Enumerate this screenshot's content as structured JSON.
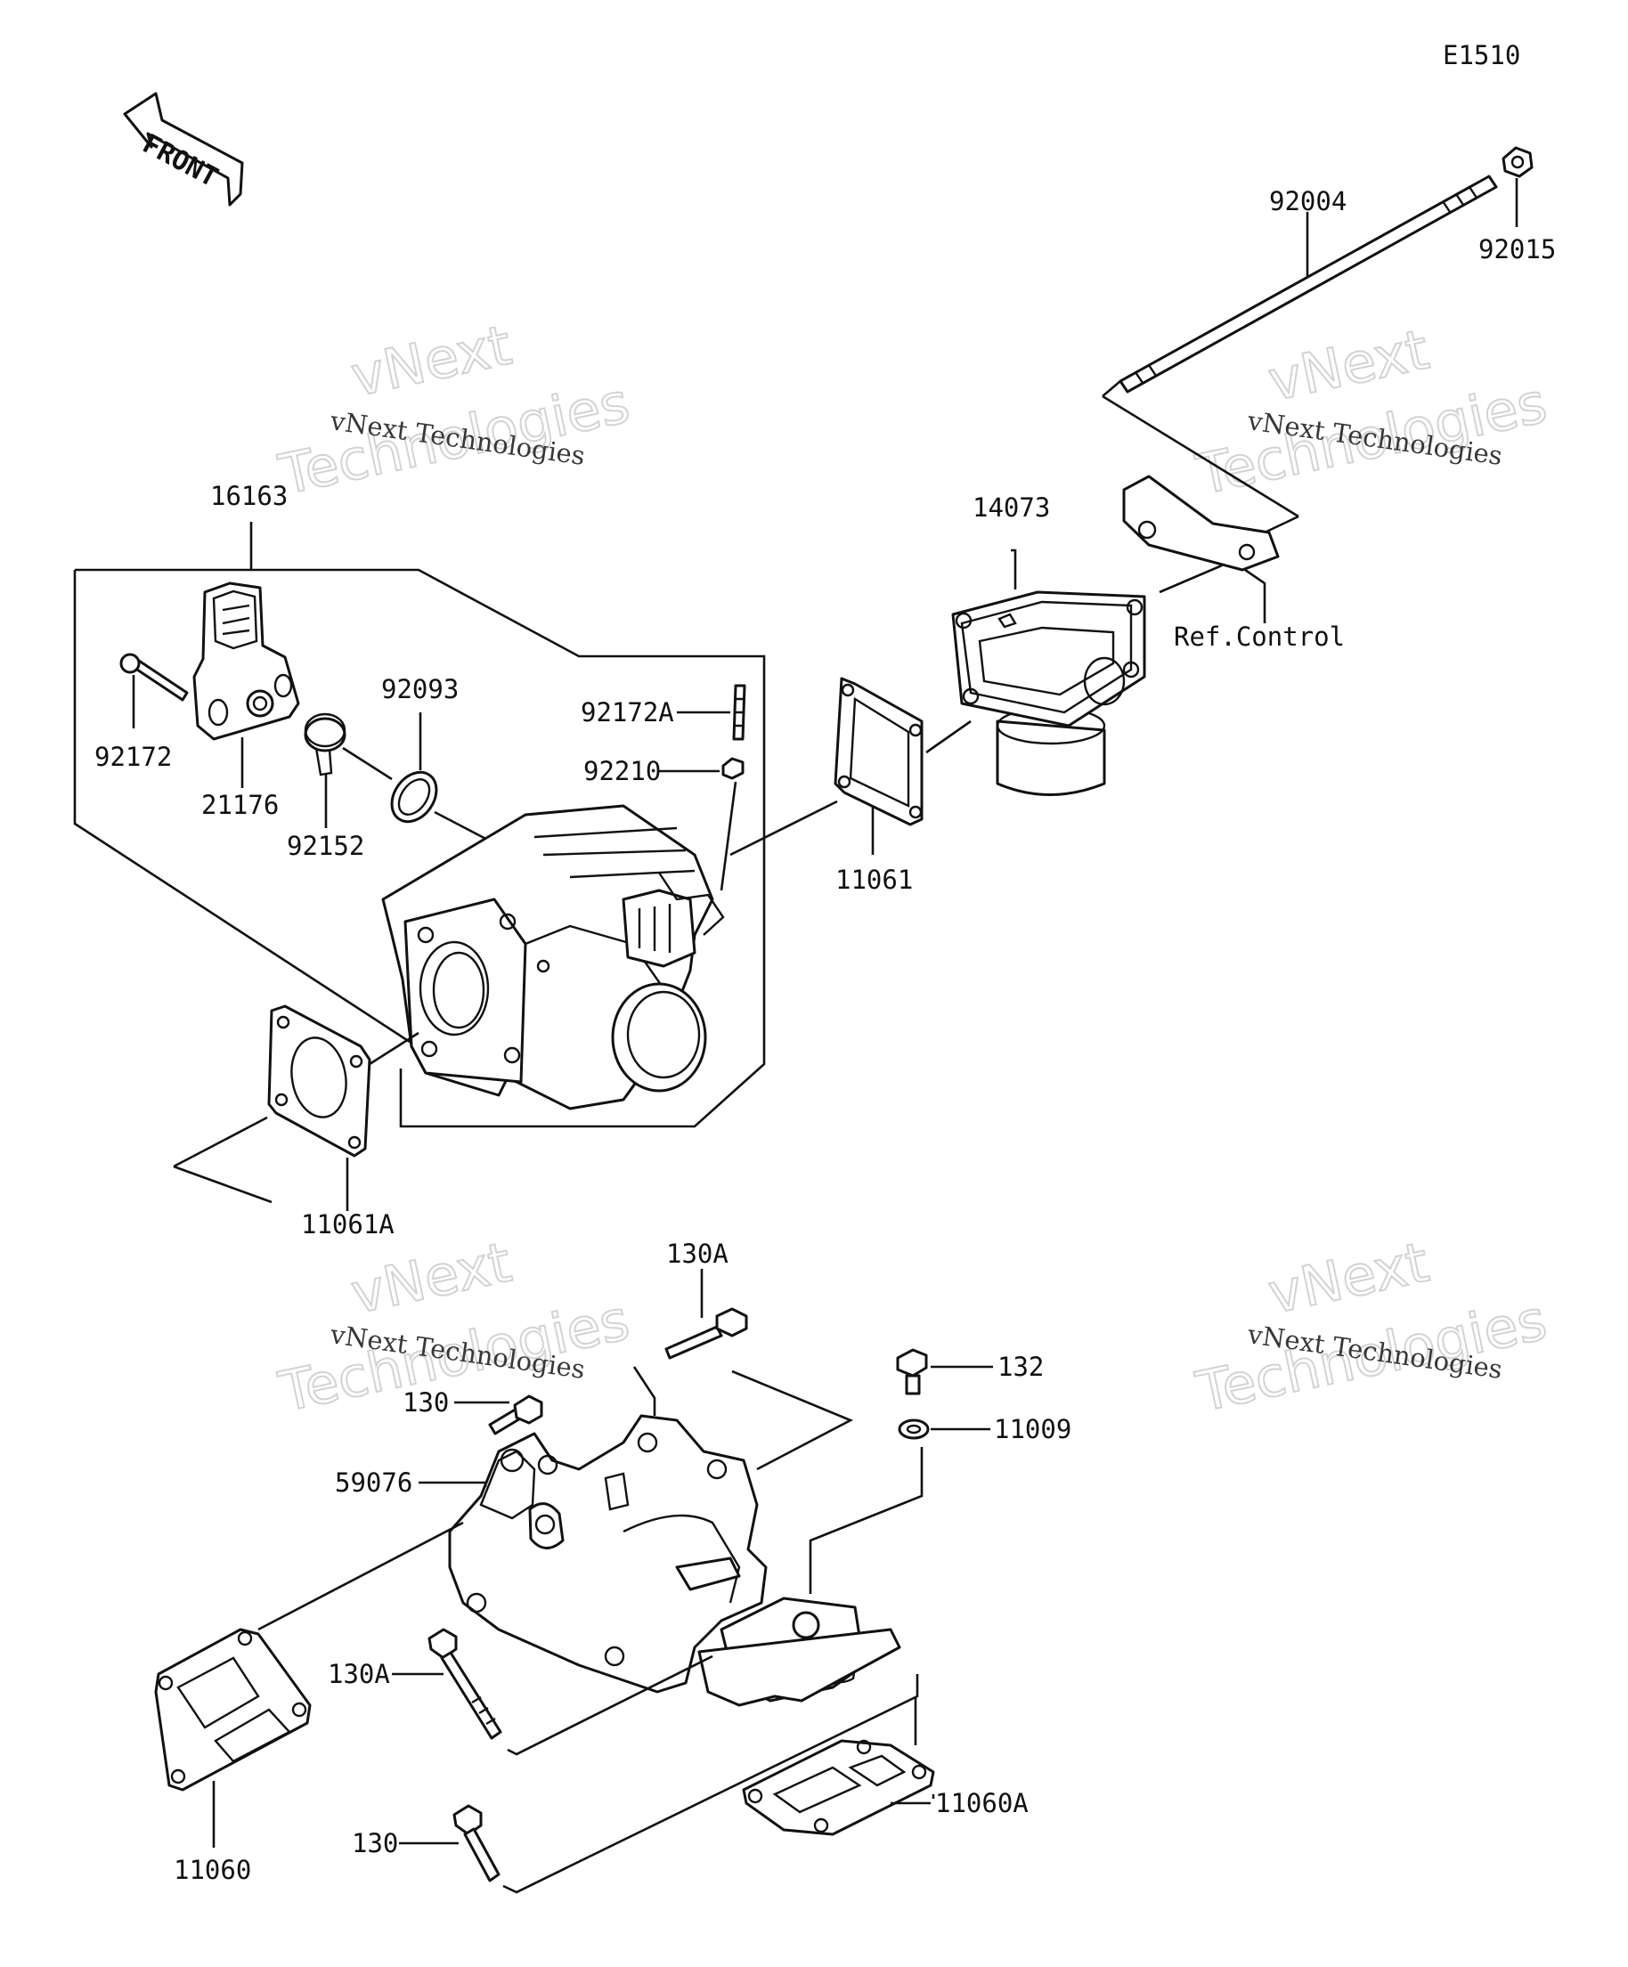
{
  "diagram_code": "E1510",
  "front_label": "FRONT",
  "watermark": {
    "line1": "vNext Technologies",
    "line2a": "vNext",
    "line2b": "Technologies"
  },
  "parts": {
    "p92004": "92004",
    "p92015": "92015",
    "p16163": "16163",
    "p14073": "14073",
    "ref_control": "Ref.Control",
    "p92093": "92093",
    "p92172A": "92172A",
    "p92210": "92210",
    "p92172": "92172",
    "p21176": "21176",
    "p92152": "92152",
    "p11061": "11061",
    "p11061A": "11061A",
    "p130A_top": "130A",
    "p132": "132",
    "p11009": "11009",
    "p130_top": "130",
    "p59076": "59076",
    "p130A_bottom": "130A",
    "p130_bottom": "130",
    "p11060": "11060",
    "p11060A": "11060A"
  }
}
